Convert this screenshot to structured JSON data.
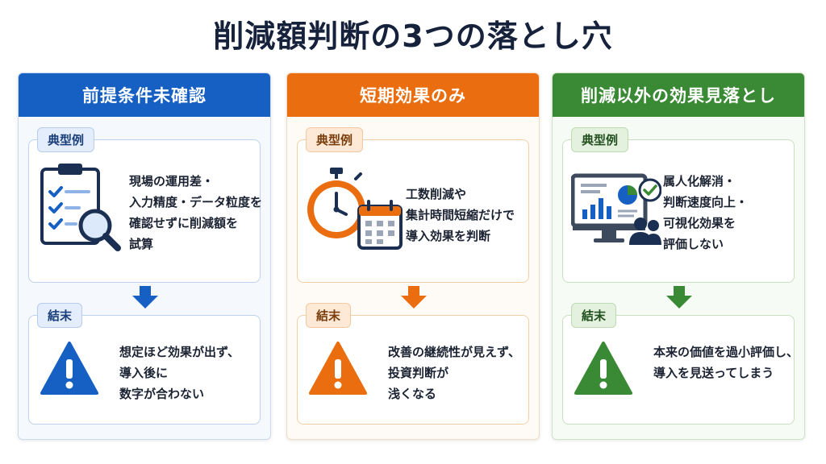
{
  "title": "削減額判断の3つの落とし穴",
  "columns": [
    {
      "header": "前提条件未確認",
      "example_label": "典型例",
      "example_lines": [
        "現場の運用差・",
        "入力精度・データ粒度を",
        "確認せずに削減額を",
        "試算"
      ],
      "result_label": "結末",
      "result_lines": [
        "想定ほど効果が出ず、",
        "導入後に",
        "数字が合わない"
      ],
      "accent": "#1660c4"
    },
    {
      "header": "短期効果のみ",
      "example_label": "典型例",
      "example_lines": [
        "工数削減や",
        "集計時間短縮だけで",
        "導入効果を判断"
      ],
      "result_label": "結末",
      "result_lines": [
        "改善の継続性が見えず、",
        "投資判断が",
        "浅くなる"
      ],
      "accent": "#ea6e0f"
    },
    {
      "header": "削減以外の効果見落とし",
      "example_label": "典型例",
      "example_lines": [
        "属人化解消・",
        "判断速度向上・",
        "可視化効果を",
        "評価しない"
      ],
      "result_label": "結末",
      "result_lines": [
        "本来の価値を過小評価し、",
        "導入を見送ってしまう"
      ],
      "accent": "#3a8a35"
    }
  ]
}
